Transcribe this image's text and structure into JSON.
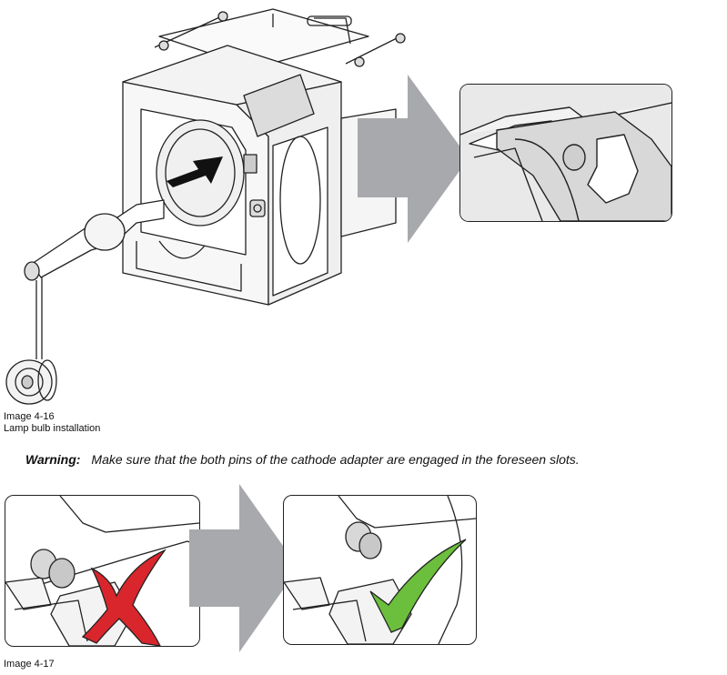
{
  "figure1": {
    "caption_number": "Image 4-16",
    "caption_title": "Lamp bulb installation"
  },
  "warning": {
    "label": "Warning:",
    "text": "Make sure that the both pins of the cathode adapter are engaged in the foreseen slots."
  },
  "figure2": {
    "caption_number": "Image 4-17"
  },
  "icons": {
    "wrong": "red-cross-icon",
    "right": "green-check-icon"
  },
  "colors": {
    "arrow_gray": "#a7a9ac",
    "cross_red": "#d9262c",
    "check_green": "#6cbf3c",
    "line": "#222222"
  }
}
